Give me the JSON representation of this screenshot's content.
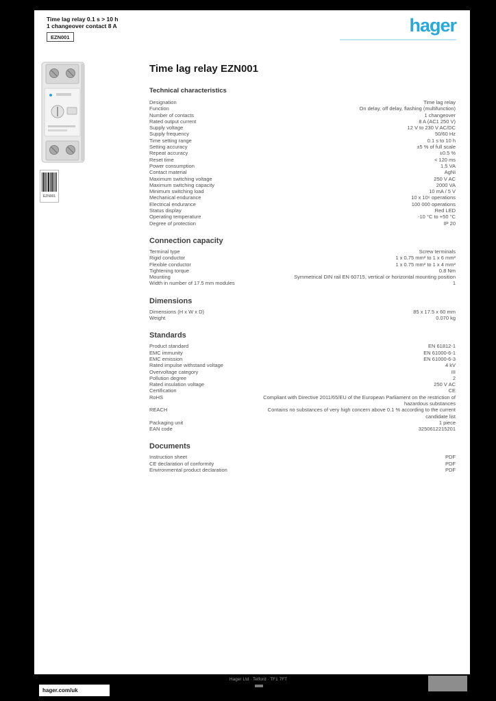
{
  "colors": {
    "brand_blue": "#29A8DC"
  },
  "header": {
    "title_line1": "Time lag relay 0.1 s > 10 h",
    "title_line2": "1 changeover contact 8 A",
    "reference": "EZN001",
    "brand": "hager"
  },
  "media": {
    "product_image": "din-rail-timer-module",
    "barcode_text": "EZN001"
  },
  "main": {
    "title": "Time lag relay EZN001",
    "subtitle": "Technical characteristics",
    "sections": [
      {
        "heading": "",
        "rows": [
          {
            "label": "Designation",
            "value": "Time lag relay"
          },
          {
            "label": "Function",
            "value": "On delay, off delay, flashing (multifunction)"
          },
          {
            "label": "Number of contacts",
            "value": "1 changeover"
          },
          {
            "label": "Rated output current",
            "value": "8 A (AC1 250 V)"
          },
          {
            "label": "Supply voltage",
            "value": "12 V to 230 V AC/DC"
          },
          {
            "label": "Supply frequency",
            "value": "50/60 Hz"
          },
          {
            "label": "Time setting range",
            "value": "0.1 s to 10 h"
          },
          {
            "label": "Setting accuracy",
            "value": "±5 % of full scale"
          },
          {
            "label": "Repeat accuracy",
            "value": "±0.5 %"
          },
          {
            "label": "Reset time",
            "value": "< 120 ms"
          },
          {
            "label": "Power consumption",
            "value": "1.5 VA"
          },
          {
            "label": "Contact material",
            "value": "AgNi"
          },
          {
            "label": "Maximum switching voltage",
            "value": "250 V AC"
          },
          {
            "label": "Maximum switching capacity",
            "value": "2000 VA"
          },
          {
            "label": "Minimum switching load",
            "value": "10 mA / 5 V"
          },
          {
            "label": "Mechanical endurance",
            "value": "10 x 10⁶ operations"
          },
          {
            "label": "Electrical endurance",
            "value": "100 000 operations"
          },
          {
            "label": "Status display",
            "value": "Red LED"
          },
          {
            "label": "Operating temperature",
            "value": "-10 °C to +50 °C"
          },
          {
            "label": "Degree of protection",
            "value": "IP 20"
          }
        ]
      },
      {
        "heading": "Connection capacity",
        "rows": [
          {
            "label": "Terminal type",
            "value": "Screw terminals"
          },
          {
            "label": "Rigid conductor",
            "value": "1 x 0.75 mm² to 1 x 6 mm²"
          },
          {
            "label": "Flexible conductor",
            "value": "1 x 0.75 mm² to 1 x 4 mm²"
          },
          {
            "label": "Tightening torque",
            "value": "0.8 Nm"
          },
          {
            "label": "Mounting",
            "value": "Symmetrical DIN rail EN 60715, vertical or horizontal mounting position",
            "long": true
          },
          {
            "label": "Width in number of 17.5 mm modules",
            "value": "1"
          }
        ]
      },
      {
        "heading": "Dimensions",
        "rows": [
          {
            "label": "Dimensions (H x W x D)",
            "value": "85 x 17.5 x 60 mm"
          },
          {
            "label": "Weight",
            "value": "0.070 kg"
          }
        ]
      },
      {
        "heading": "Standards",
        "rows": [
          {
            "label": "Product standard",
            "value": "EN 61812-1"
          },
          {
            "label": "EMC immunity",
            "value": "EN 61000-6-1"
          },
          {
            "label": "EMC emission",
            "value": "EN 61000-6-3"
          },
          {
            "label": "Rated impulse withstand voltage",
            "value": "4 kV"
          },
          {
            "label": "Overvoltage category",
            "value": "III"
          },
          {
            "label": "Pollution degree",
            "value": "2"
          },
          {
            "label": "Rated insulation voltage",
            "value": "250 V AC"
          },
          {
            "label": "Certification",
            "value": "CE"
          },
          {
            "label": "RoHS",
            "value": "Compliant with Directive 2011/65/EU of the European Parliament on the restriction of hazardous substances",
            "long": true
          },
          {
            "label": "REACH",
            "value": "Contains no substances of very high concern above 0.1 % according to the current candidate list",
            "long": true
          },
          {
            "label": "Packaging unit",
            "value": "1 piece"
          },
          {
            "label": "EAN code",
            "value": "3250612215201"
          }
        ]
      },
      {
        "heading": "Documents",
        "rows": [
          {
            "label": "Instruction sheet",
            "value": "PDF"
          },
          {
            "label": "CE declaration of conformity",
            "value": "PDF"
          },
          {
            "label": "Environmental product declaration",
            "value": "PDF"
          }
        ]
      }
    ]
  },
  "footer": {
    "site": "hager.com/uk",
    "center_line": "Hager Ltd · Telford · TF1 7FT"
  }
}
